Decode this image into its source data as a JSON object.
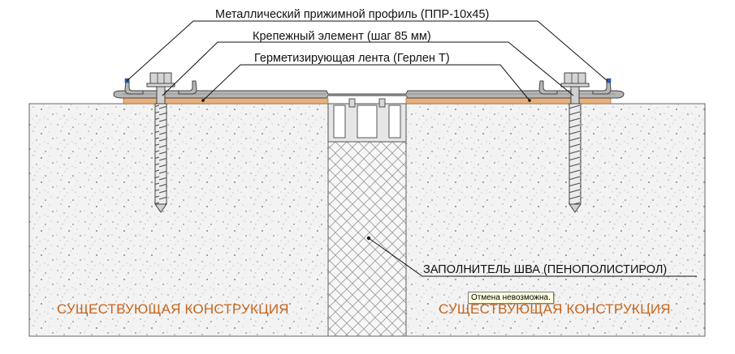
{
  "callouts": {
    "profile": "Металлический прижимной профиль  (ППР-10х45)",
    "fastener": "Крепежный элемент (шаг 85 мм)",
    "tape": "Герметизирующая лента  (Герлен Т)",
    "filler": "ЗАПОЛНИТЕЛЬ ШВА (ПЕНОПОЛИСТИРОЛ)"
  },
  "structures": {
    "left": "СУЩЕСТВУЮЩАЯ КОНСТРУКЦИЯ",
    "right": "СУЩЕСТВУЮЩАЯ КОНСТРУКЦИЯ"
  },
  "tooltip": "Отмена невозможна.",
  "colors": {
    "concrete_fill": "#f2f2f2",
    "tape": "#e8b07a",
    "profile": "#b3b3b3",
    "structure_label": "#c8651b",
    "tooltip_bg": "#ffffe1"
  }
}
